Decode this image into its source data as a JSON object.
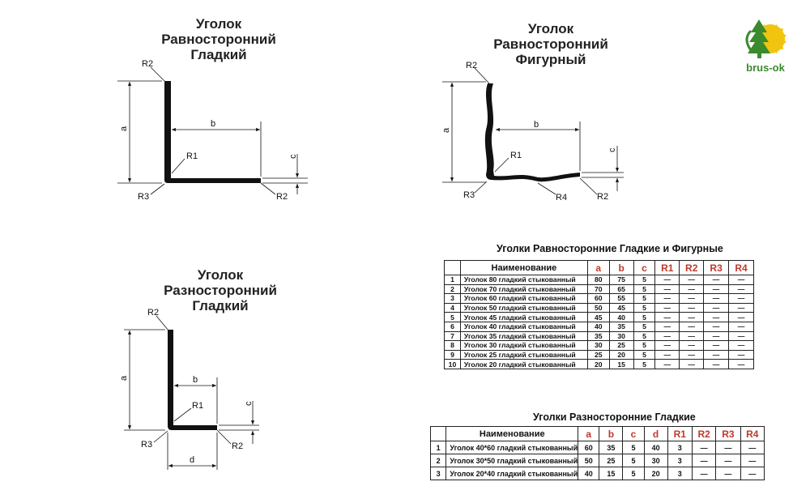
{
  "drawing1": {
    "title": [
      "Уголок",
      "Равносторонний",
      "Гладкий"
    ],
    "labels": {
      "a": "a",
      "b": "b",
      "c": "c",
      "r1": "R1",
      "r2_top": "R2",
      "r2_bottom": "R2",
      "r3": "R3"
    }
  },
  "drawing2": {
    "title": [
      "Уголок",
      "Равносторонний",
      "Фигурный"
    ],
    "labels": {
      "a": "a",
      "b": "b",
      "c": "c",
      "r1": "R1",
      "r2_top": "R2",
      "r2_bottom": "R2",
      "r3": "R3",
      "r4": "R4"
    }
  },
  "drawing3": {
    "title": [
      "Уголок",
      "Разносторонний",
      "Гладкий"
    ],
    "labels": {
      "a": "a",
      "b": "b",
      "c": "c",
      "d": "d",
      "r1": "R1",
      "r2_top": "R2",
      "r2_bottom": "R2",
      "r3": "R3"
    }
  },
  "logo": {
    "text": "brus-ok",
    "colors": {
      "green": "#3b8a2e",
      "yellow": "#f1c40f"
    }
  },
  "table1": {
    "title": "Уголки  Равносторонние Гладкие и Фигурные",
    "headers": [
      "",
      "Наименование",
      "a",
      "b",
      "c",
      "R1",
      "R2",
      "R3",
      "R4"
    ],
    "rows": [
      [
        "1",
        "Уголок 80 гладкий стыкованный",
        "80",
        "75",
        "5",
        "—",
        "—",
        "—",
        "—"
      ],
      [
        "2",
        "Уголок 70 гладкий стыкованный",
        "70",
        "65",
        "5",
        "—",
        "—",
        "—",
        "—"
      ],
      [
        "3",
        "Уголок 60 гладкий стыкованный",
        "60",
        "55",
        "5",
        "—",
        "—",
        "—",
        "—"
      ],
      [
        "4",
        "Уголок 50 гладкий стыкованный",
        "50",
        "45",
        "5",
        "—",
        "—",
        "—",
        "—"
      ],
      [
        "5",
        "Уголок 45 гладкий стыкованный",
        "45",
        "40",
        "5",
        "—",
        "—",
        "—",
        "—"
      ],
      [
        "6",
        "Уголок 40 гладкий стыкованный",
        "40",
        "35",
        "5",
        "—",
        "—",
        "—",
        "—"
      ],
      [
        "7",
        "Уголок 35 гладкий стыкованный",
        "35",
        "30",
        "5",
        "—",
        "—",
        "—",
        "—"
      ],
      [
        "8",
        "Уголок 30 гладкий стыкованный",
        "30",
        "25",
        "5",
        "—",
        "—",
        "—",
        "—"
      ],
      [
        "9",
        "Уголок 25 гладкий стыкованный",
        "25",
        "20",
        "5",
        "—",
        "—",
        "—",
        "—"
      ],
      [
        "10",
        "Уголок 20 гладкий стыкованный",
        "20",
        "15",
        "5",
        "—",
        "—",
        "—",
        "—"
      ]
    ]
  },
  "table2": {
    "title": "Уголки Разносторонние Гладкие",
    "headers": [
      "",
      "Наименование",
      "a",
      "b",
      "c",
      "d",
      "R1",
      "R2",
      "R3",
      "R4"
    ],
    "rows": [
      [
        "1",
        "Уголок 40*60 гладкий стыкованный",
        "60",
        "35",
        "5",
        "40",
        "3",
        "—",
        "—",
        "—"
      ],
      [
        "2",
        "Уголок 30*50 гладкий стыкованный",
        "50",
        "25",
        "5",
        "30",
        "3",
        "—",
        "—",
        "—"
      ],
      [
        "3",
        "Уголок 20*40 гладкий стыкованный",
        "40",
        "15",
        "5",
        "20",
        "3",
        "—",
        "—",
        "—"
      ]
    ]
  }
}
